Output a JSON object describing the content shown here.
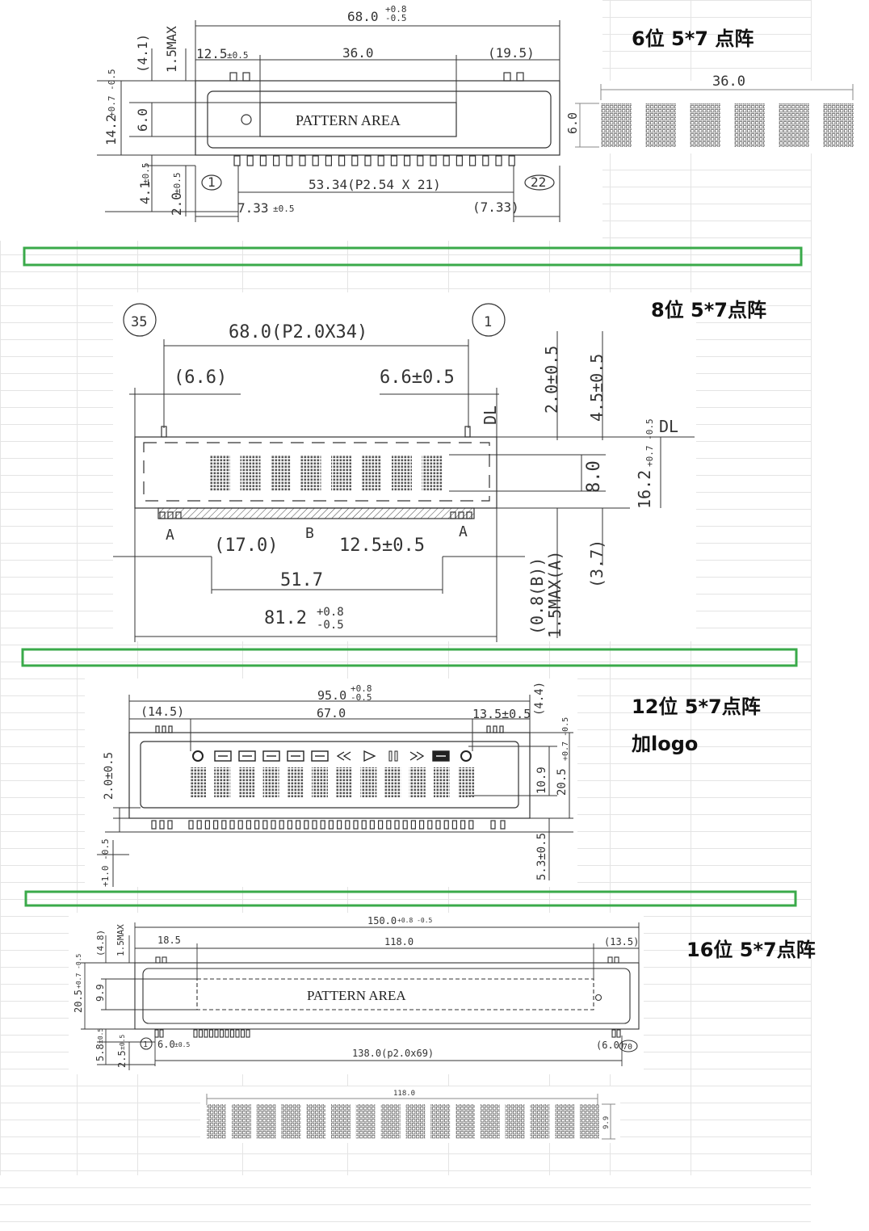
{
  "sections": [
    {
      "heading": "6位 5*7 点阵",
      "pattern_label": "PATTERN AREA",
      "pin_first": "1",
      "pin_last": "22",
      "dims": {
        "overall_length": "68.0",
        "overall_tol_plus": "+0.8",
        "overall_tol_minus": "-0.5",
        "left_offset": "12.5",
        "left_offset_tol": "±0.5",
        "pattern_width": "36.0",
        "right_offset": "(19.5)",
        "top_clear": "(4.1)",
        "max_height": "1.5MAX",
        "body_height": "14.2",
        "body_height_tol": "+0.7 -0.5",
        "pattern_height": "6.0",
        "pin_length": "4.1",
        "pin_length_tol": "±0.5",
        "pin_drop": "2.0",
        "pin_drop_tol": "±0.5",
        "pin_pitch": "53.34(P2.54 X 21)",
        "pin_left": "7.33",
        "pin_left_tol": "±0.5",
        "pin_right": "(7.33)"
      },
      "digits_detail": {
        "width": "36.0",
        "height": "6.0",
        "digit_count": 6
      }
    },
    {
      "heading": "8位 5*7点阵",
      "pin_first": "35",
      "pin_last": "1",
      "letters": {
        "left": "A",
        "middle": "B",
        "right": "A"
      },
      "dims": {
        "pin_span": "68.0(P2.0X34)",
        "left_margin": "(6.6)",
        "right_margin": "6.6±0.5",
        "dl_label": "DL",
        "top_gap": "2.0±0.5",
        "side_gap": "4.5±0.5",
        "char_height": "8.0",
        "glass_height": "16.2",
        "glass_tol": "+0.7 -0.5",
        "b_width": "(17.0)",
        "a_offset": "12.5±0.5",
        "display_width": "51.7",
        "overall_length": "81.2",
        "overall_tol_plus": "+0.8",
        "overall_tol_minus": "-0.5",
        "b_thick": "(0.8(B))",
        "a_thick": "1.5MAX(A)",
        "bottom_gap": "(3.7)"
      },
      "digit_count": 8
    },
    {
      "heading": "12位 5*7点阵",
      "subheading": "加logo",
      "icons": [
        "clock-icon",
        "dvd-icon",
        "hdd-icon",
        "dolby-icon",
        "mp3-icon",
        "usb-icon",
        "rewind-icon",
        "play-icon",
        "pause-icon",
        "fast-forward-icon",
        "rec-icon",
        "disc-icon"
      ],
      "dims": {
        "overall_length": "95.0",
        "overall_tol_plus": "+0.8",
        "overall_tol_minus": "-0.5",
        "left_offset": "(14.5)",
        "display_width": "67.0",
        "right_offset": "13.5±0.5",
        "top_gap": "(4.4)",
        "pin_drop": "2.0±0.5",
        "char_height": "10.9",
        "body_height": "20.5",
        "body_height_tol": "+0.7 -0.5",
        "pin_length": "5.3±0.5",
        "base_tol": "+1.0 -0.5"
      },
      "digit_count": 12
    },
    {
      "heading": "16位 5*7点阵",
      "pattern_label": "PATTERN  AREA",
      "pin_first": "1",
      "pin_last": "70",
      "dims": {
        "overall_length": "150.0",
        "overall_tol": "+0.8 -0.5",
        "top_clear": "(4.8)",
        "max_height": "1.5MAX",
        "left_offset": "18.5",
        "pattern_width": "118.0",
        "right_offset": "(13.5)",
        "body_height": "20.5",
        "body_height_tol": "+0.7 -0.5",
        "pattern_height": "9.9",
        "pin_length": "5.8",
        "pin_length_tol": "±0.5",
        "pin_drop": "2.5",
        "pin_drop_tol": "±0.5",
        "pin_left": "6.0",
        "pin_left_tol": "±0.5",
        "pin_pitch": "138.0(p2.0x69)",
        "pin_right": "(6.0)"
      },
      "digits_detail": {
        "width": "118.0",
        "height": "9.9",
        "digit_count": 16
      }
    }
  ]
}
